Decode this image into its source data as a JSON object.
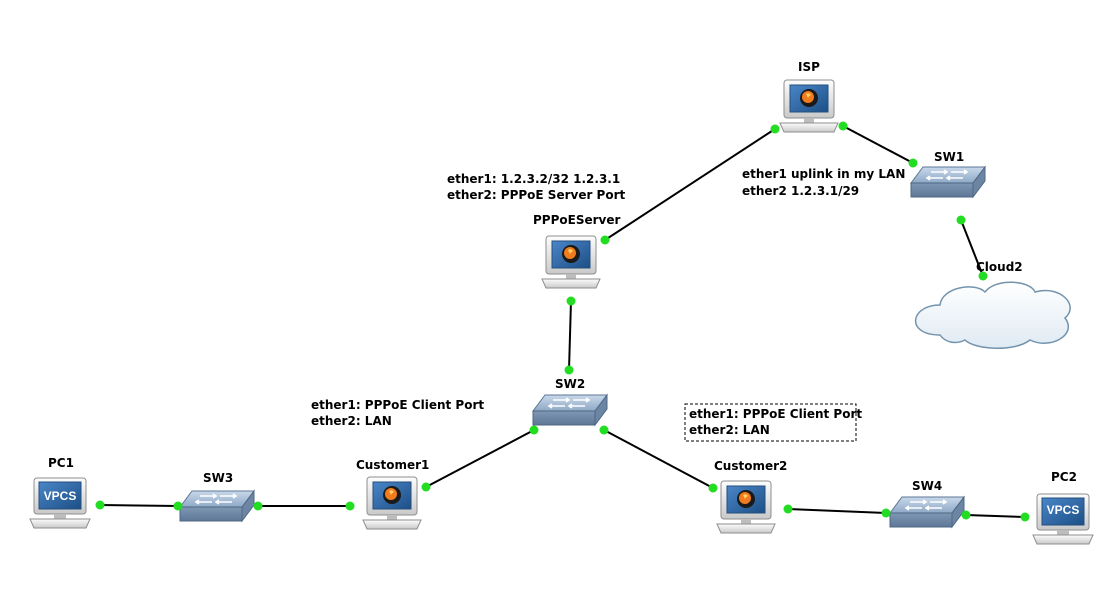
{
  "nodes": {
    "isp": {
      "label": "ISP",
      "icon": "router-icon"
    },
    "sw1": {
      "label": "SW1",
      "icon": "switch-icon"
    },
    "cloud2": {
      "label": "Cloud2",
      "icon": "cloud-icon"
    },
    "pppoeserver": {
      "label": "PPPoEServer",
      "icon": "router-icon"
    },
    "sw2": {
      "label": "SW2",
      "icon": "switch-icon"
    },
    "customer1": {
      "label": "Customer1",
      "icon": "router-icon"
    },
    "customer2": {
      "label": "Customer2",
      "icon": "router-icon"
    },
    "sw3": {
      "label": "SW3",
      "icon": "switch-icon"
    },
    "sw4": {
      "label": "SW4",
      "icon": "switch-icon"
    },
    "pc1": {
      "label": "PC1",
      "icon": "vpcs-icon",
      "screen_text": "VPCS"
    },
    "pc2": {
      "label": "PC2",
      "icon": "vpcs-icon",
      "screen_text": "VPCS"
    }
  },
  "notes": {
    "pppoeserver": [
      "ether1: 1.2.3.2/32 1.2.3.1",
      "ether2: PPPoE Server Port"
    ],
    "isp": [
      "ether1 uplink in my LAN",
      "ether2 1.2.3.1/29"
    ],
    "customer1": [
      "ether1: PPPoE Client Port",
      "ether2: LAN"
    ],
    "customer2": [
      "ether1: PPPoE Client Port",
      "ether2: LAN"
    ]
  },
  "colors": {
    "link_dot": "#22dd22",
    "router_screen": "#2a5f9a",
    "switch_body": "#8aa4c2",
    "cloud_fill": "#eef4f8",
    "cloud_stroke": "#6b8ea8"
  }
}
